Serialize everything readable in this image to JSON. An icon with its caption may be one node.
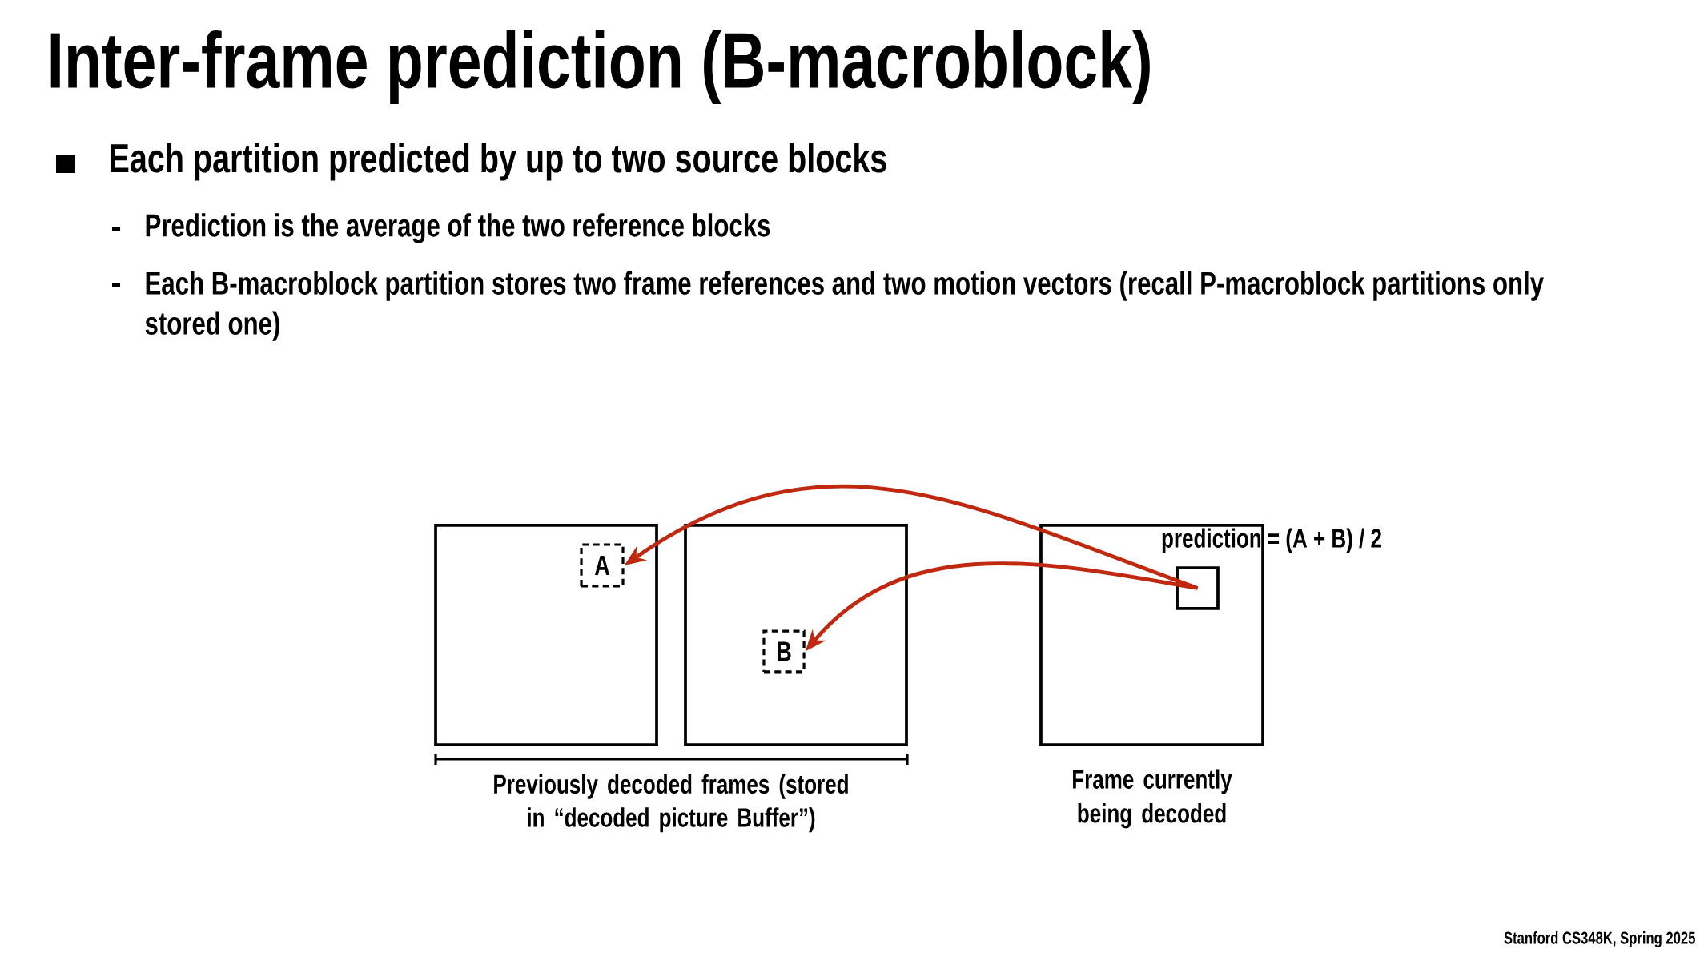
{
  "diagram": {
    "title": "Inter-frame prediction (B-macroblock)",
    "nodes": [
      {
        "text": [],
        "shape": "box"
      },
      {
        "text": [
          "A"
        ],
        "in": 0
      },
      {
        "text": [],
        "shape": "box"
      },
      {
        "text": [
          "B"
        ],
        "in": 2
      },
      {
        "text": [],
        "shape": "box",
        "beside": [
          "Frame currently being decoded"
        ]
      },
      {
        "text": [],
        "shape": "box",
        "in": 4
      }
    ],
    "edges": [
      {
        "from": 5,
        "to": 1,
        "arrow": "to",
        "color": "#c0280f"
      },
      {
        "from": 5,
        "to": 3,
        "arrow": "to",
        "color": "#c0280f"
      }
    ],
    "labels": [
      "Each partition predicted by up to two source blocks",
      "Prediction is the average of the two reference blocks",
      "Each B-macroblock partition stores two frame references and two motion vectors (recall P-macroblock partitions only stored one)",
      "prediction = (A + B) / 2",
      "Previously decoded frames (stored in “decoded picture Buffer”)",
      "Stanford CS348K, Spring 2025"
    ]
  }
}
